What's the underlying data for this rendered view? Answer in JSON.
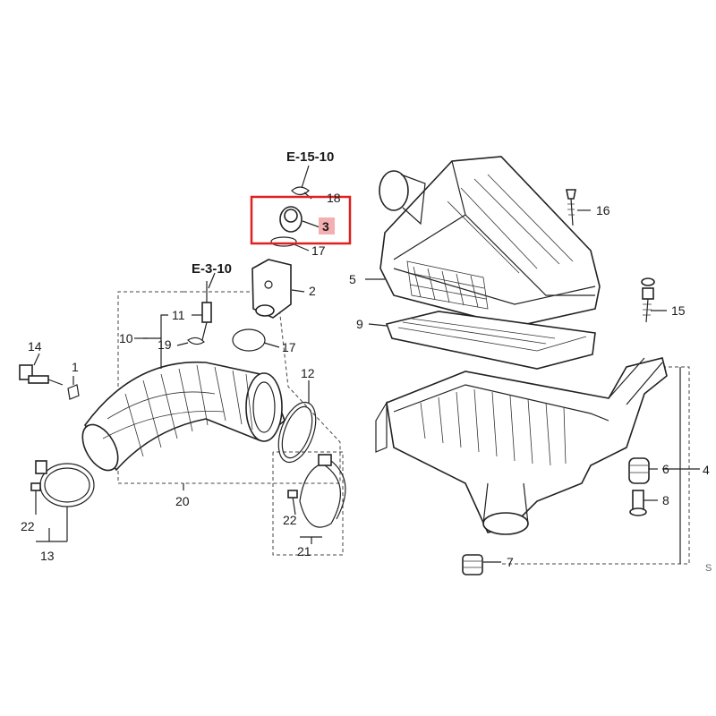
{
  "diagram": {
    "refs": {
      "ref_top": "E-15-10",
      "ref_left": "E-3-10"
    },
    "callouts": {
      "c1": "1",
      "c2": "2",
      "c3": "3",
      "c4": "4",
      "c5": "5",
      "c6": "6",
      "c7": "7",
      "c8": "8",
      "c9": "9",
      "c10": "10",
      "c11": "11",
      "c12": "12",
      "c13": "13",
      "c14": "14",
      "c15": "15",
      "c16": "16",
      "c17a": "17",
      "c17b": "17",
      "c18": "18",
      "c19": "19",
      "c20": "20",
      "c21": "21",
      "c22a": "22",
      "c22b": "22"
    },
    "edge_text": "S",
    "highlight": {
      "color": "#e02020",
      "part": "3"
    }
  }
}
